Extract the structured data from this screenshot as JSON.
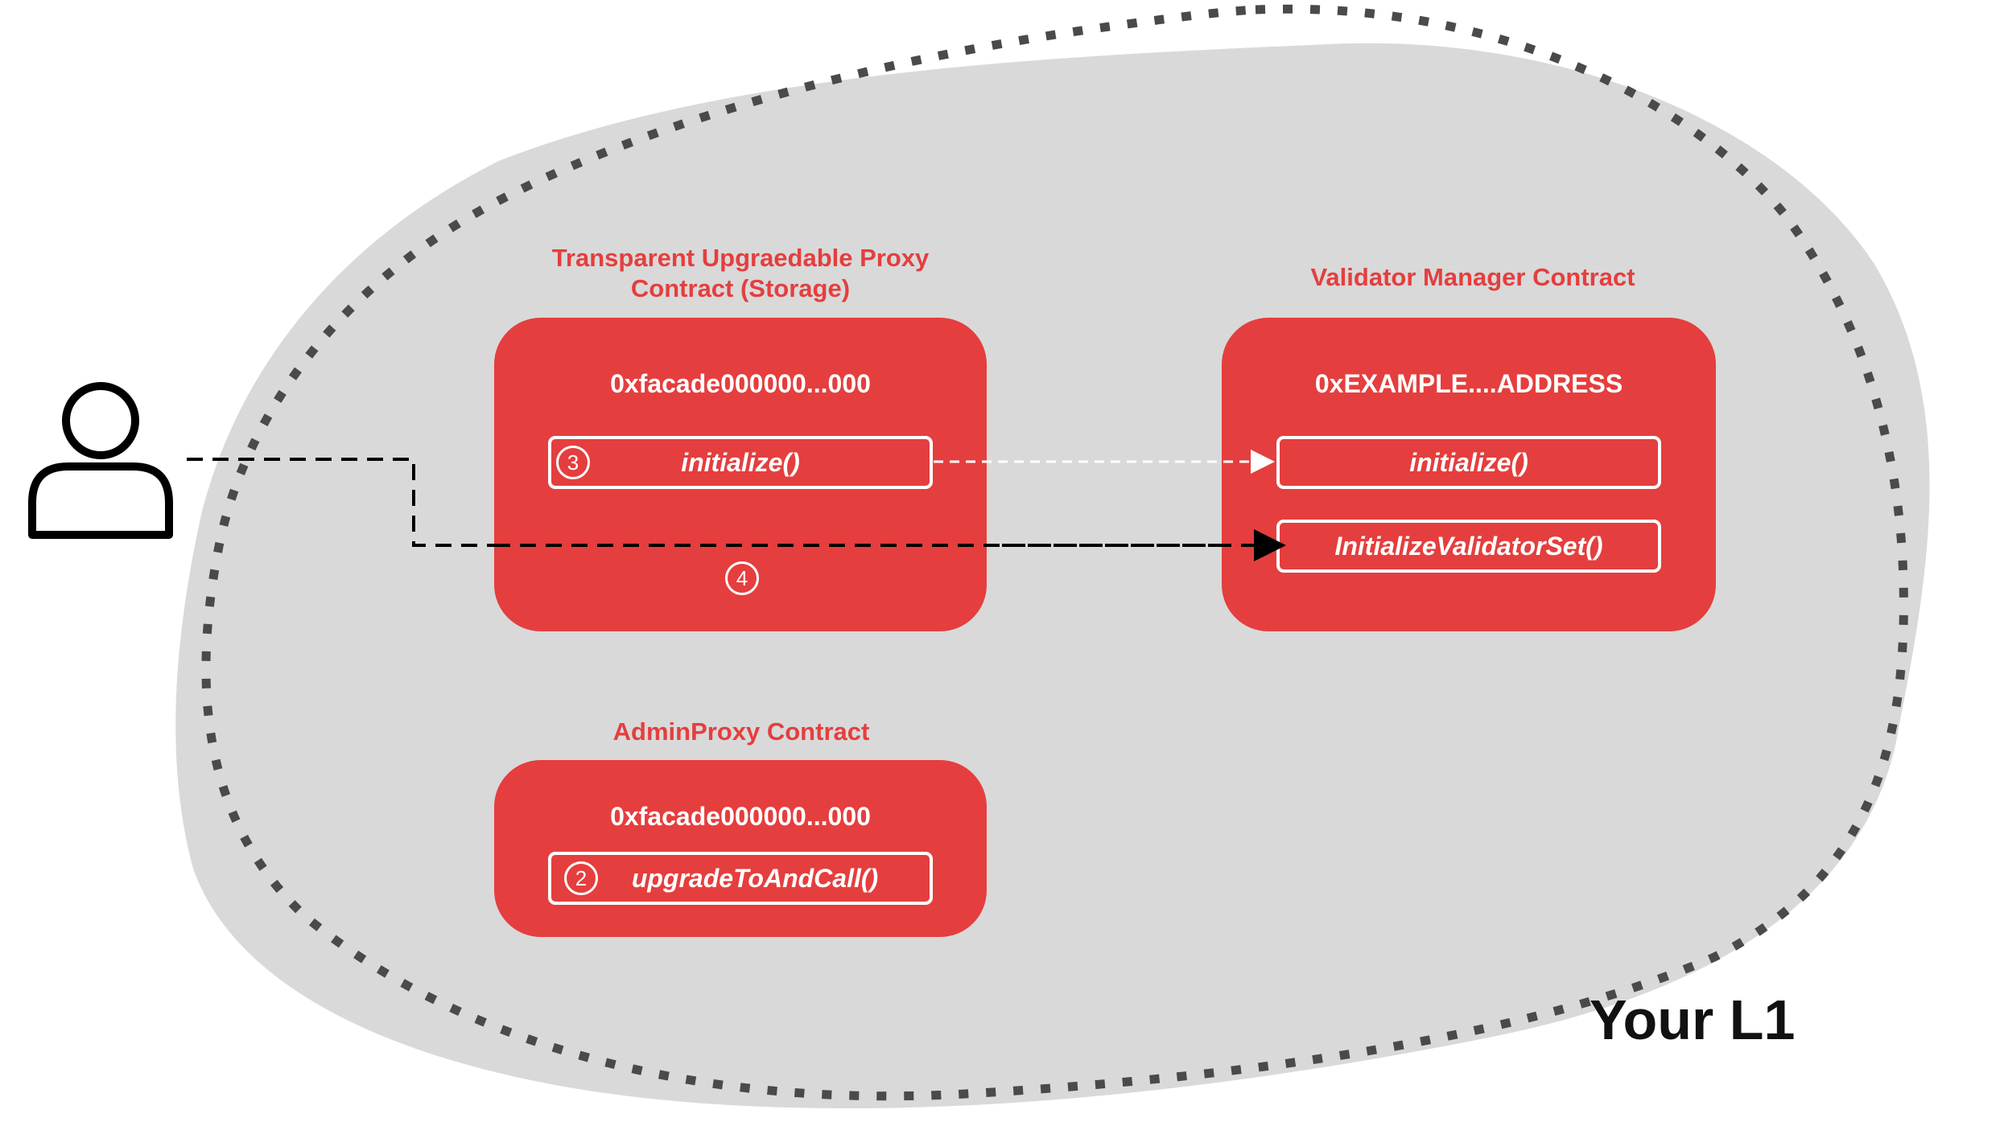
{
  "region": {
    "label": "Your L1"
  },
  "proxy": {
    "title_line1": "Transparent Upgraedable Proxy",
    "title_line2": "Contract (Storage)",
    "address": "0xfacade000000...000",
    "function": "initialize()",
    "step_a": "3",
    "step_b": "4"
  },
  "validator_manager": {
    "title": "Validator Manager Contract",
    "address": "0xEXAMPLE....ADDRESS",
    "functions": [
      "initialize()",
      "InitializeValidatorSet()"
    ]
  },
  "admin_proxy": {
    "title": "AdminProxy  Contract",
    "address": "0xfacade000000...000",
    "function": "upgradeToAndCall()",
    "step": "2"
  },
  "colors": {
    "accent": "#e53e3e",
    "region_fill": "#d9d9d9",
    "dots": "#4a4a4a"
  },
  "icons": {
    "user": "user-icon"
  }
}
